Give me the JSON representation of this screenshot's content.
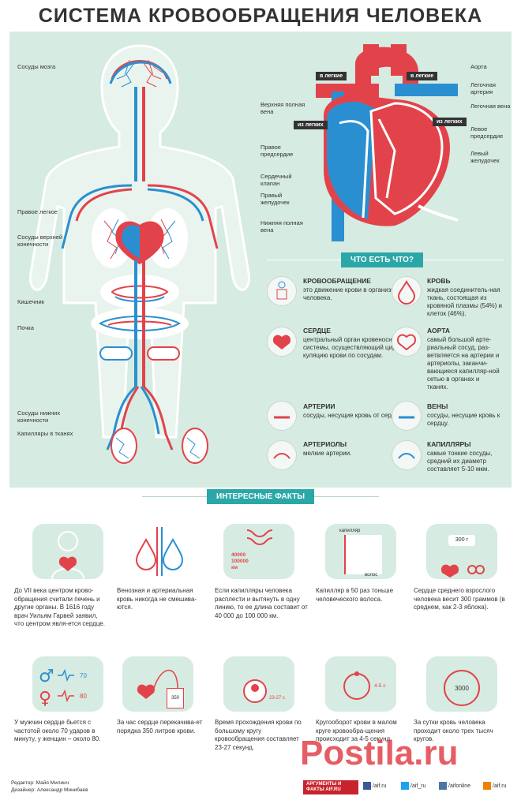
{
  "title": "СИСТЕМА КРОВООБРАЩЕНИЯ ЧЕЛОВЕКА",
  "body_labels": {
    "brain": "Сосуды мозга",
    "right_lung": "Правое легкое",
    "upper_limb": "Сосуды верхней конечности",
    "intestine": "Кишечник",
    "kidney": "Почка",
    "lower_limb": "Сосуды нижних конечности",
    "capillaries": "Капилляры в тканях"
  },
  "heart_labels": {
    "to_lungs_left": "в легкие",
    "to_lungs_right": "в легкие",
    "from_lungs_left": "из легких",
    "from_lungs_right": "из легких",
    "aorta": "Аорта",
    "pulmonary_artery": "Легочная артерия",
    "pulmonary_vein": "Легочная вена",
    "left_atrium": "Левое предсердие",
    "left_ventricle": "Левый желудочек",
    "superior_vena_cava": "Верхняя полная вена",
    "right_atrium": "Правое предсердие",
    "heart_valve": "Сердечный клапан",
    "right_ventricle": "Правый желудочек",
    "inferior_vena_cava": "Нижняя полная вена"
  },
  "what_is": {
    "banner": "ЧТО ЕСТЬ ЧТО?",
    "items": [
      {
        "head": "КРОВООБРАЩЕНИЕ",
        "text": "это движение крови в организме человека.",
        "icon": "body-icon"
      },
      {
        "head": "КРОВЬ",
        "text": "жидкая соединитель-ная ткань, состоящая из кровяной плазмы (54%) и клеток (46%).",
        "icon": "drop-icon"
      },
      {
        "head": "СЕРДЦЕ",
        "text": "центральный орган кровеносной системы, осуществляющий цир-куляцию крови по сосудам.",
        "icon": "heart-icon"
      },
      {
        "head": "АОРТА",
        "text": "самый большой арте-риальный сосуд, раз-ветвляется на артерии и артериолы, заканчи-вающиеся капилляр-ной сетью в органах и тканях.",
        "icon": "aorta-icon"
      },
      {
        "head": "АРТЕРИИ",
        "text": "сосуды, несущие кровь от сердца.",
        "icon": "artery-icon"
      },
      {
        "head": "ВЕНЫ",
        "text": "сосуды, несущие кровь к сердцу.",
        "icon": "vein-icon"
      },
      {
        "head": "АРТЕРИОЛЫ",
        "text": "мелкие артерии.",
        "icon": "arteriole-icon"
      },
      {
        "head": "КАПИЛЛЯРЫ",
        "text": "самые тонкие сосуды, средний их диаметр составляет 5-10 мкм.",
        "icon": "capillary-icon"
      }
    ]
  },
  "facts": {
    "banner": "ИНТЕРЕСНЫЕ ФАКТЫ",
    "items": [
      {
        "text": "До VII века центром крово-обращения считали печень и другие органы. В 1616 году врач Уильям Гарвей заявил, что центром явля-ется сердце.",
        "icon": "harvey-icon"
      },
      {
        "text": "Венозная и артериальная кровь никогда не смешива-ются.",
        "icon": "two-drops-icon"
      },
      {
        "text": "Если капилляры человека расплести и вытянуть в одну линию, то ее длина составит от 40 000 до 100 000 км.",
        "icon": "capillary-length-icon",
        "icon_text": [
          "40000",
          "100000",
          "км"
        ]
      },
      {
        "text": "Капилляр в 50 раз тоньше человеческого волоса.",
        "icon": "hair-icon",
        "icon_text": [
          "капилляр",
          "волос"
        ]
      },
      {
        "text": "Сердце среднего взрослого человека весит 300 граммов (в среднем, как 2-3 яблока).",
        "icon": "scale-icon",
        "icon_text": [
          "300 г"
        ]
      },
      {
        "text": "У мужчин сердце бьется с частотой около 70 ударов в минуту, у женщин – около 80.",
        "icon": "gender-pulse-icon",
        "icon_text": [
          "70",
          "80"
        ]
      },
      {
        "text": "За час сердце перекачива-ет порядка 350 литров крови.",
        "icon": "pump-icon",
        "icon_text": [
          "350"
        ]
      },
      {
        "text": "Время прохождения крови по большому кругу кровообращения составляет 23-27 секунд.",
        "icon": "big-circle-icon",
        "icon_text": [
          "23-27 с"
        ]
      },
      {
        "text": "Кругооборот крови в малом круге кровообра-щения происходит за 4-5 секунд.",
        "icon": "small-circle-icon",
        "icon_text": [
          "4-5 с"
        ]
      },
      {
        "text": "За сутки кровь человека проходит около трех тысяч кругов.",
        "icon": "cycles-icon",
        "icon_text": [
          "3000"
        ]
      }
    ]
  },
  "credits": {
    "editor": "Редактор: Майя Милинч",
    "designer": "Дизайнер: Александр Минибаев"
  },
  "footer": {
    "logo": "АРГУМЕНТЫ И ФАКТЫ AIF.RU",
    "social": [
      "/aif.ru",
      "/aif_ru",
      "/aifonline",
      "/aif.ru"
    ],
    "watermark": "Postila.ru"
  },
  "colors": {
    "red": "#e2434b",
    "blue": "#2a8fd1",
    "mint": "#d6ebe1",
    "teal": "#2aa8a8"
  }
}
